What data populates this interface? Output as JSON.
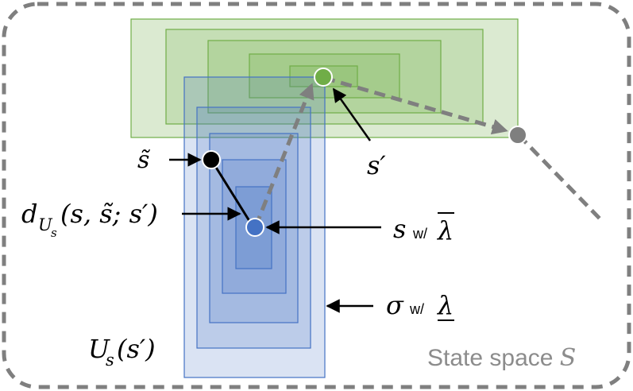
{
  "labels": {
    "s_tilde": "s̃",
    "s_prime": "s′",
    "d_main": "d",
    "d_sub": "U",
    "d_subsub": "s",
    "d_args": "(s, s̃; s′)",
    "s_sym": "s",
    "s_w": "w/",
    "s_lambda": "λ",
    "sigma_sym": "σ",
    "sigma_w": "w/",
    "sigma_lambda": "λ",
    "U_main": "U",
    "U_sub": "s",
    "U_args": "(s′)",
    "space_text": "State space ",
    "space_sym": "S"
  },
  "colors": {
    "green_fill": "#70ad47",
    "green_stroke": "#70ad47",
    "blue_fill": "#4472c4",
    "blue_stroke": "#4472c4",
    "arrow_gray": "#7f7f7f",
    "border_gray": "#7f7f7f",
    "green_point": "#70ad47",
    "blue_point": "#4472c4",
    "black_point": "#000000",
    "gray_point": "#7f7f7f"
  }
}
